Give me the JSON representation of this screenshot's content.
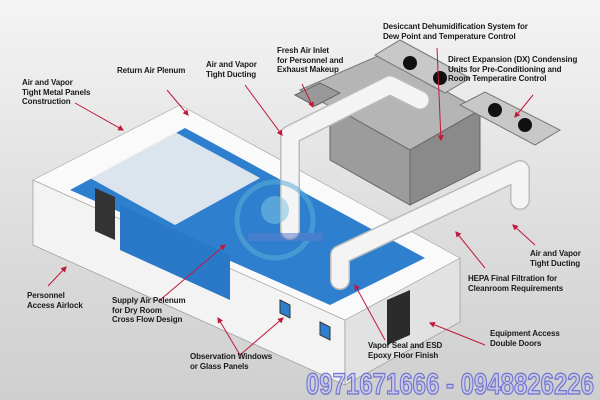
{
  "labels": {
    "desiccant": [
      "Desiccant Dehumidification System for",
      "Dew Point and Temperature Control"
    ],
    "dx_units": [
      "Direct Expansion (DX) Condensing",
      "Units for Pre-Conditioning and",
      "Room Temperatire Control"
    ],
    "fresh_air": [
      "Fresh Air Inlet",
      "for Personnel and",
      "Exhaust Makeup"
    ],
    "ducting_top": [
      "Air and Vapor",
      "Tight Ducting"
    ],
    "return_plenum": [
      "Return Air Plenum"
    ],
    "metal_panels": [
      "Air and Vapor",
      "Tight Metal Panels",
      "Construction"
    ],
    "airlock": [
      "Personnel",
      "Access Airlock"
    ],
    "supply_plenum": [
      "Supply Air Pelenum",
      "for Dry Room",
      "Cross Flow Design"
    ],
    "observation": [
      "Observation Windows",
      "or Glass Panels"
    ],
    "floor": [
      "Vapor Seal and ESD",
      "Epoxy Floor Finish"
    ],
    "double_doors": [
      "Equipment Access",
      "Double Doors"
    ],
    "hepa": [
      "HEPA Final Filtration for",
      "Cleanroom Requirements"
    ],
    "ducting_right": [
      "Air and Vapor",
      "Tight Ducting"
    ]
  },
  "watermark": "0971671666 - 0948826226",
  "colors": {
    "arrow": "#c0193a",
    "floor": "#2f7fcf",
    "wall": "#f7f7f7",
    "equipment": "#a9a9a9"
  }
}
